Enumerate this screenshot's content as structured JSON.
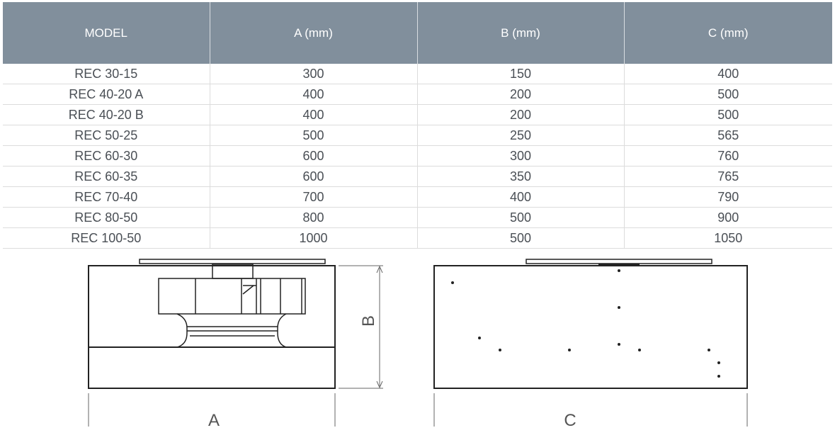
{
  "table": {
    "headers": [
      "MODEL",
      "A (mm)",
      "B (mm)",
      "C (mm)"
    ],
    "rows": [
      [
        "REC 30-15",
        "300",
        "150",
        "400"
      ],
      [
        "REC 40-20 A",
        "400",
        "200",
        "500"
      ],
      [
        "REC 40-20 B",
        "400",
        "200",
        "500"
      ],
      [
        "REC 50-25",
        "500",
        "250",
        "565"
      ],
      [
        "REC 60-30",
        "600",
        "300",
        "760"
      ],
      [
        "REC 60-35",
        "600",
        "350",
        "765"
      ],
      [
        "REC 70-40",
        "700",
        "400",
        "790"
      ],
      [
        "REC 80-50",
        "800",
        "500",
        "900"
      ],
      [
        "REC 100-50",
        "1000",
        "500",
        "1050"
      ]
    ]
  },
  "drawing": {
    "label_a": "A",
    "label_b": "B",
    "label_c": "C"
  },
  "colors": {
    "header_bg": "#818f9c",
    "header_text": "#ffffff",
    "cell_text": "#4a4f55",
    "line": "#222222"
  }
}
